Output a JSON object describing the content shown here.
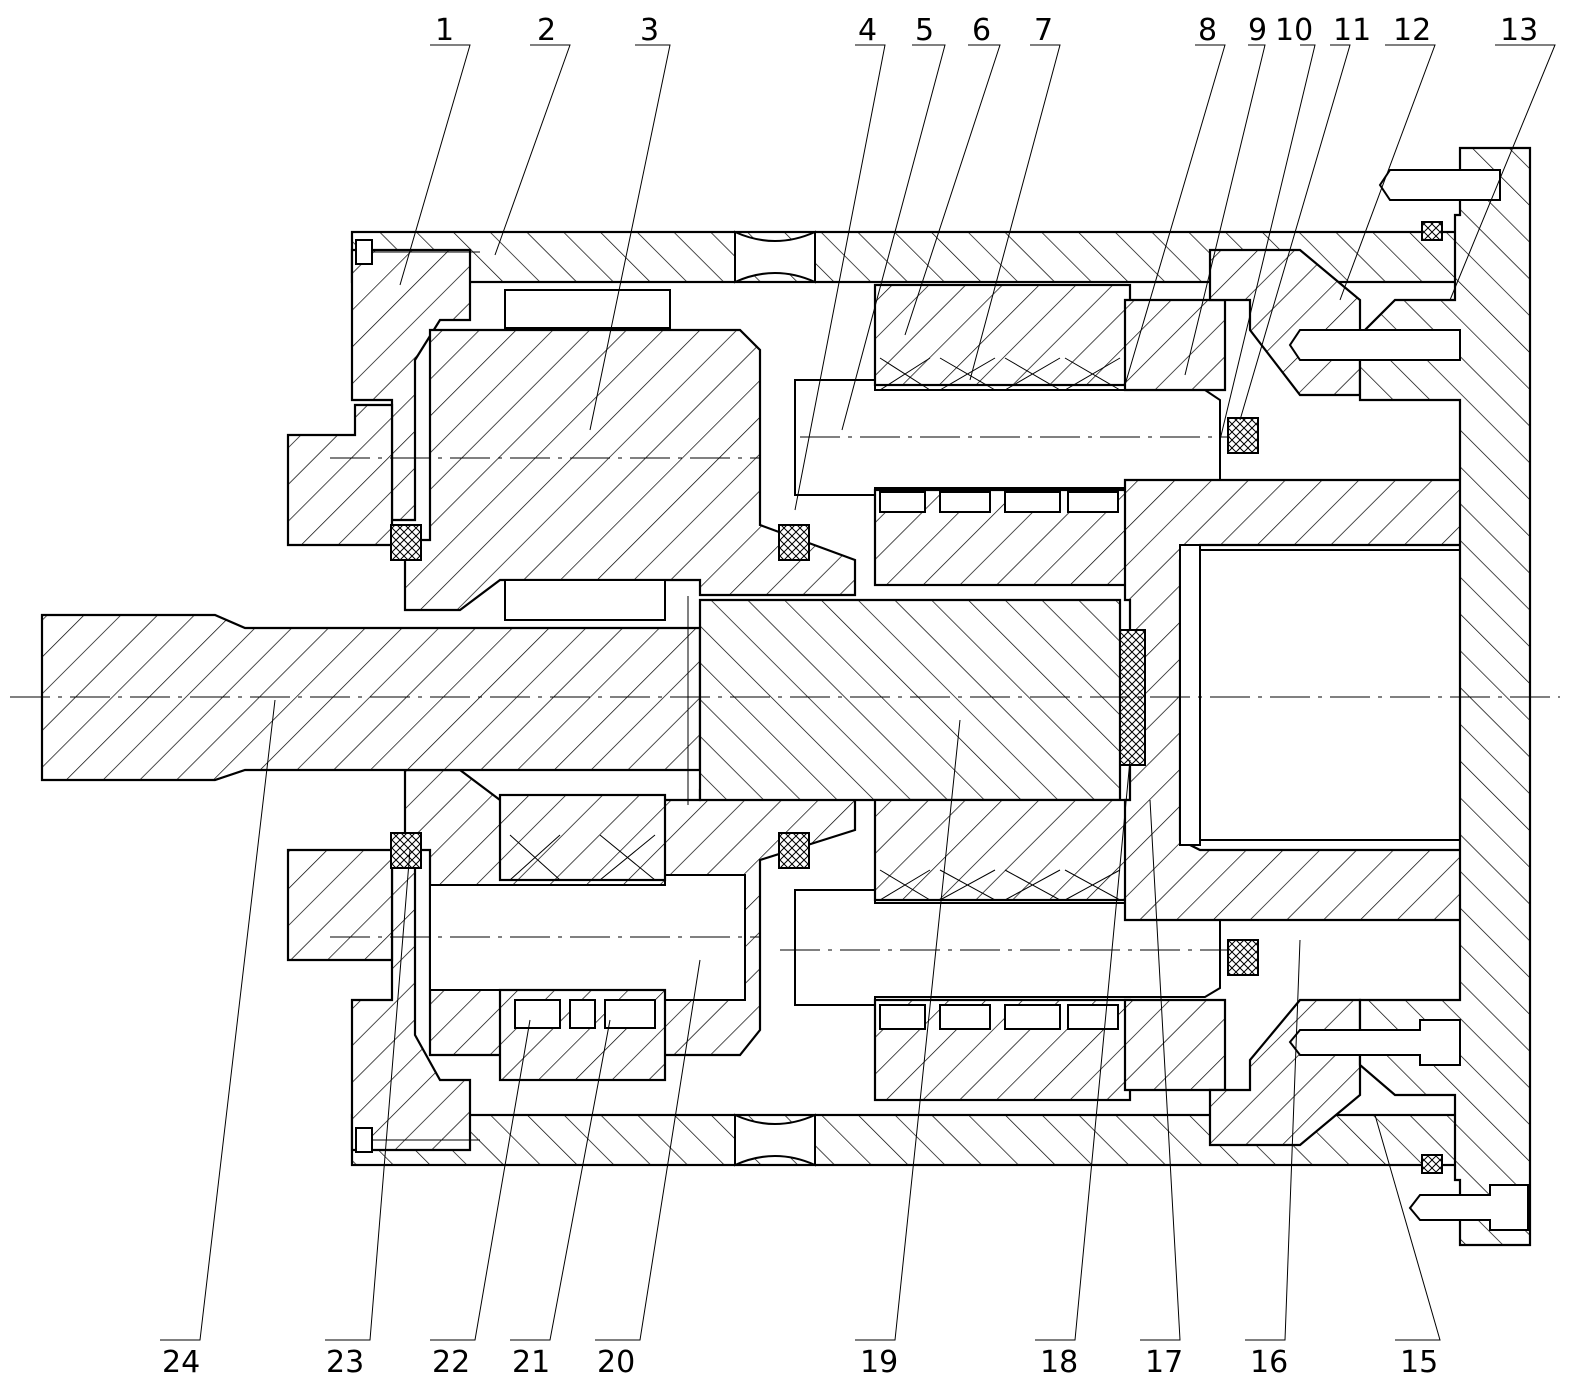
{
  "drawing": {
    "labels_top": [
      "1",
      "2",
      "3",
      "4",
      "5",
      "6",
      "7",
      "8",
      "9",
      "10",
      "11",
      "12",
      "13"
    ],
    "labels_bottom": [
      "24",
      "23",
      "22",
      "21",
      "20",
      "19",
      "18",
      "17",
      "16",
      "15"
    ]
  }
}
